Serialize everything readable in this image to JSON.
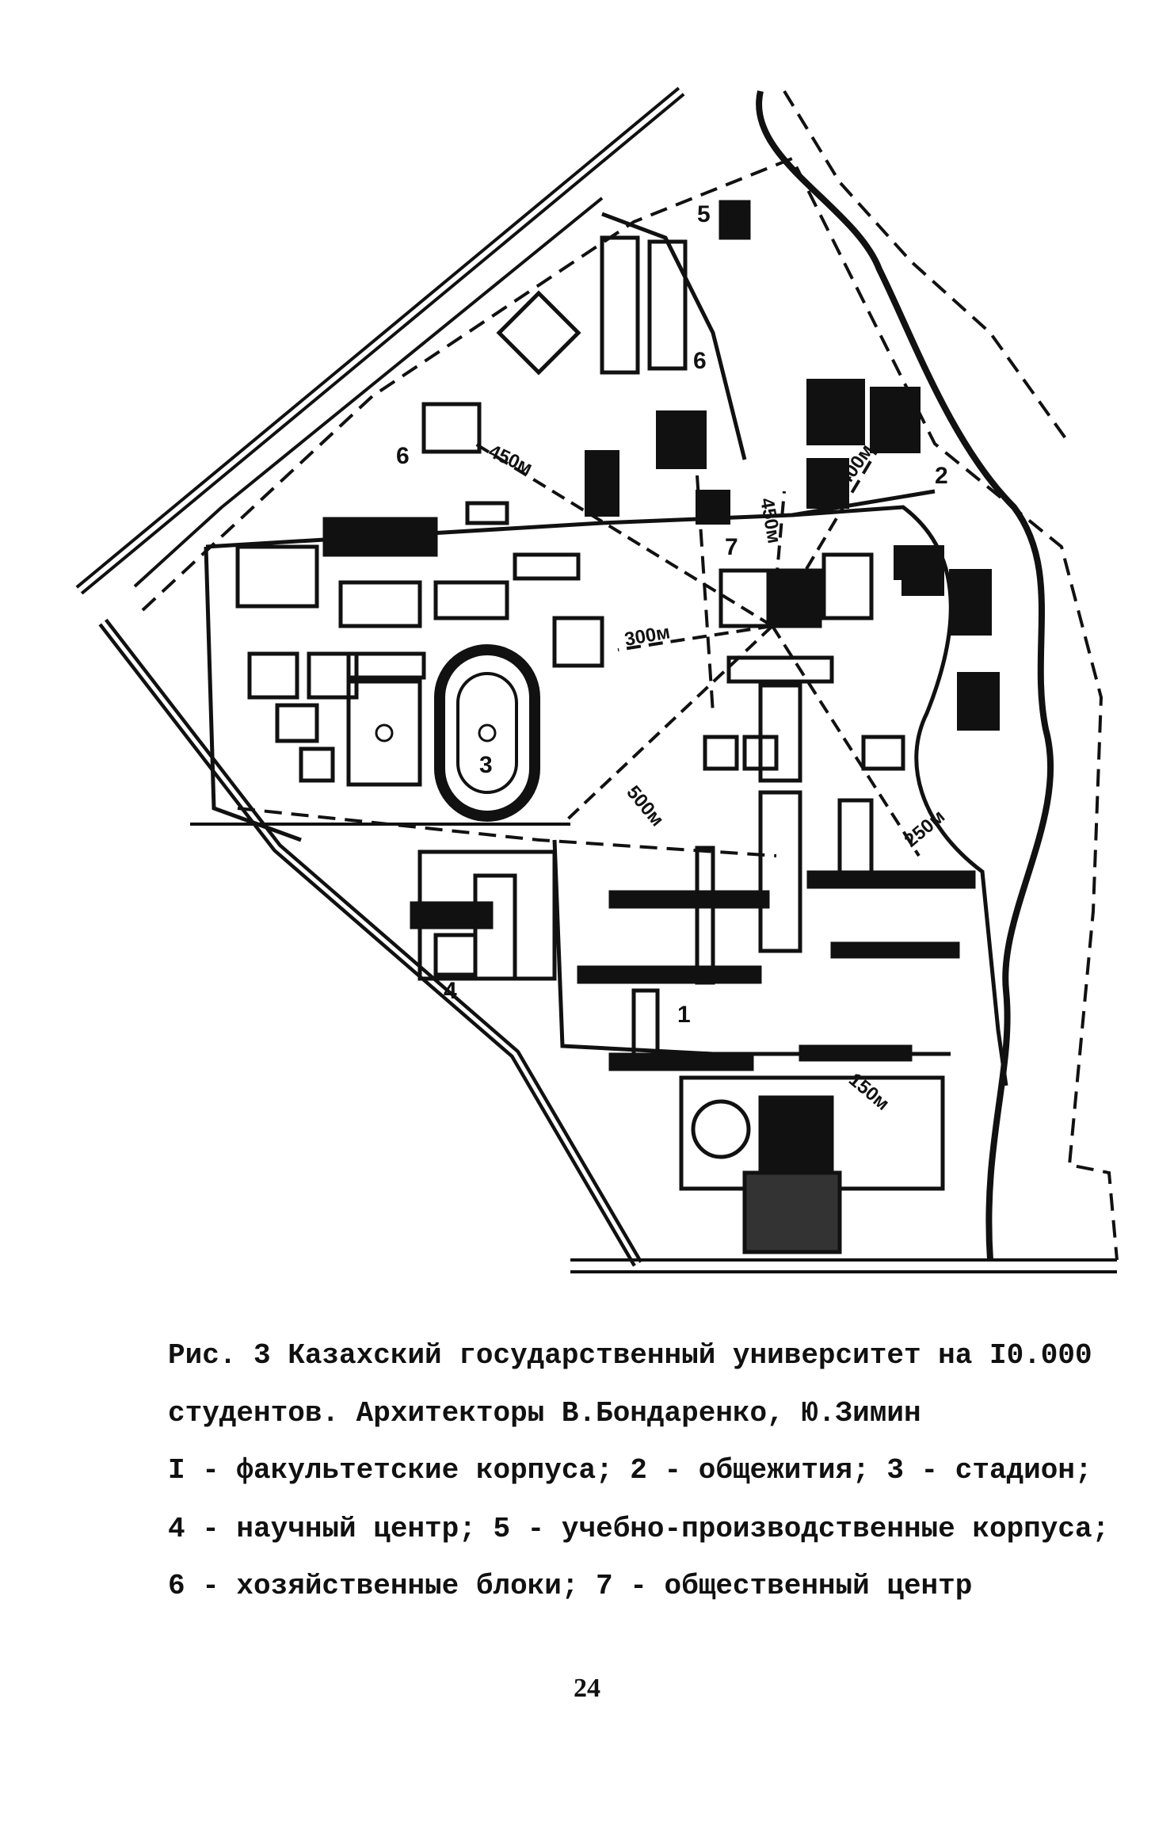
{
  "figure": {
    "labels": {
      "faculty": "1",
      "dormitory": "2",
      "stadium": "3",
      "science": "4",
      "production": "5",
      "utility_a": "6",
      "utility_b": "6",
      "public_center": "7"
    },
    "distances": {
      "d450_west": "450м",
      "d450_north": "450м",
      "d300": "300м",
      "d500": "500м",
      "d400": "400м",
      "d250": "250м",
      "d150": "150м"
    }
  },
  "caption": {
    "line1": "Рис. 3 Казахский государственный университет на I0.000",
    "line2": "студентов. Архитекторы В.Бондаренко, Ю.Зимин",
    "line3": "I - факультетские корпуса; 2 - общежития; 3 - стадион;",
    "line4": "4 - научный центр; 5 - учебно-производственные корпуса;",
    "line5": "6 - хозяйственные блоки; 7 - общественный центр"
  },
  "page_number": "24"
}
